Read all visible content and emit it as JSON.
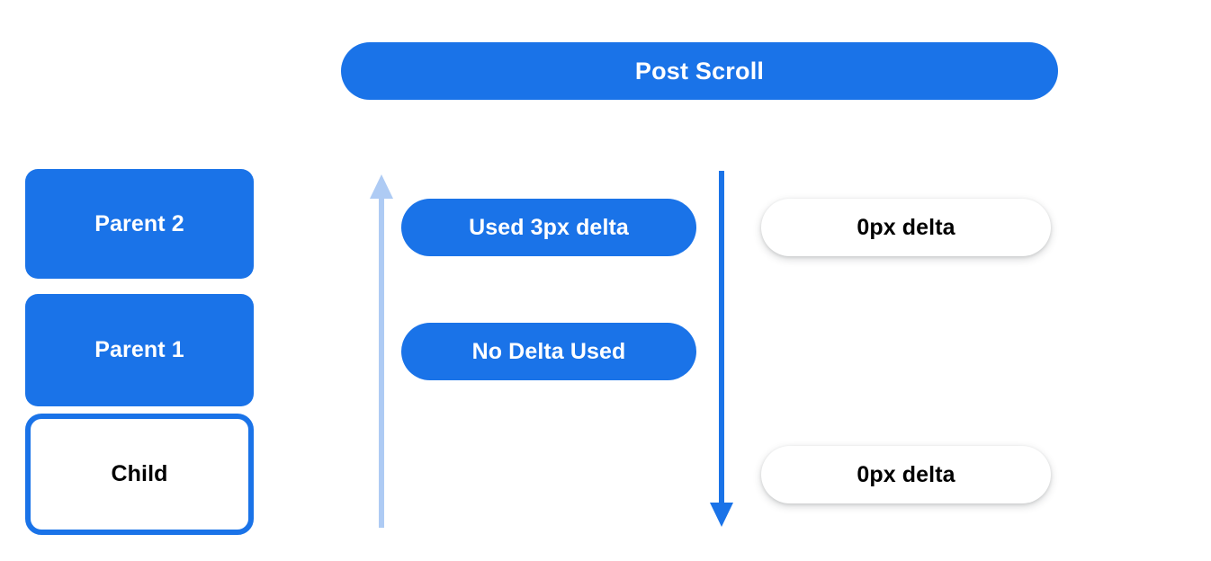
{
  "diagram": {
    "title": "Post Scroll",
    "background_color": "#ffffff",
    "accent_color": "#1a73e8",
    "muted_accent_color": "#aecbf4",
    "header": {
      "label": "Post Scroll"
    },
    "node_stack": [
      {
        "id": "parent-2",
        "label": "Parent 2",
        "style": "filled",
        "fill": "#1a73e8",
        "text_color": "#ffffff"
      },
      {
        "id": "parent-1",
        "label": "Parent 1",
        "style": "filled",
        "fill": "#1a73e8",
        "text_color": "#ffffff"
      },
      {
        "id": "child",
        "label": "Child",
        "style": "outlined",
        "fill": "#ffffff",
        "border_color": "#1a73e8",
        "text_color": "#000000"
      }
    ],
    "arrows": [
      {
        "id": "arrow-up",
        "direction": "up",
        "color": "#aecbf4",
        "head": "top"
      },
      {
        "id": "arrow-down",
        "direction": "down",
        "color": "#1a73e8",
        "head": "bottom"
      }
    ],
    "middle_pills": [
      {
        "id": "used-delta",
        "label": "Used 3px delta",
        "style": "filled",
        "fill": "#1a73e8",
        "text_color": "#ffffff"
      },
      {
        "id": "no-delta",
        "label": "No Delta Used",
        "style": "filled",
        "fill": "#1a73e8",
        "text_color": "#ffffff"
      }
    ],
    "right_pills": [
      {
        "id": "delta-top",
        "label": "0px delta",
        "style": "white-shadow",
        "fill": "#ffffff",
        "text_color": "#000000"
      },
      {
        "id": "delta-bottom",
        "label": "0px delta",
        "style": "white-shadow",
        "fill": "#ffffff",
        "text_color": "#000000"
      }
    ]
  }
}
